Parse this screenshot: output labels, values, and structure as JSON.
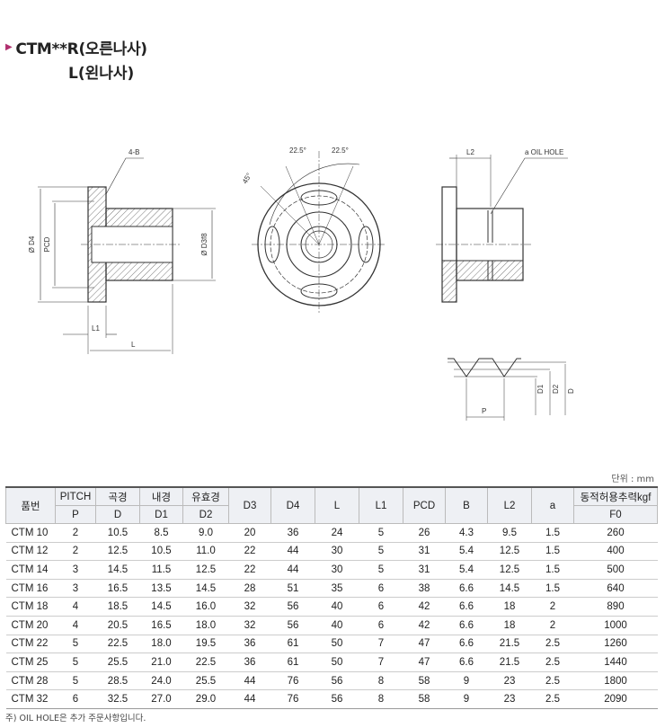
{
  "title": {
    "line1": "CTM**R(오른나사)",
    "line2": "L(왼나사)"
  },
  "drawing_labels": {
    "b_hole": "4-B",
    "d4": "Ø D4",
    "pcd": "PCD",
    "d3": "Ø D3f8",
    "l1": "L1",
    "l": "L",
    "angle1": "22.5°",
    "angle2": "22.5°",
    "angle3": "45°",
    "l2": "L2",
    "oil_hole": "a OIL HOLE",
    "thread_p": "P",
    "thread_d1": "D1",
    "thread_d2": "D2",
    "thread_d": "D"
  },
  "unit_label": "단위 : mm",
  "table": {
    "headers_top": [
      "품번",
      "PITCH",
      "곡경",
      "내경",
      "유효경",
      "D3",
      "D4",
      "L",
      "L1",
      "PCD",
      "B",
      "L2",
      "a",
      "동적허용추력kgf"
    ],
    "headers_sub": [
      "P",
      "D",
      "D1",
      "D2",
      "F0"
    ],
    "rows": [
      [
        "CTM 10",
        "2",
        "10.5",
        "8.5",
        "9.0",
        "20",
        "36",
        "24",
        "5",
        "26",
        "4.3",
        "9.5",
        "1.5",
        "260"
      ],
      [
        "CTM 12",
        "2",
        "12.5",
        "10.5",
        "11.0",
        "22",
        "44",
        "30",
        "5",
        "31",
        "5.4",
        "12.5",
        "1.5",
        "400"
      ],
      [
        "CTM 14",
        "3",
        "14.5",
        "11.5",
        "12.5",
        "22",
        "44",
        "30",
        "5",
        "31",
        "5.4",
        "12.5",
        "1.5",
        "500"
      ],
      [
        "CTM 16",
        "3",
        "16.5",
        "13.5",
        "14.5",
        "28",
        "51",
        "35",
        "6",
        "38",
        "6.6",
        "14.5",
        "1.5",
        "640"
      ],
      [
        "CTM 18",
        "4",
        "18.5",
        "14.5",
        "16.0",
        "32",
        "56",
        "40",
        "6",
        "42",
        "6.6",
        "18",
        "2",
        "890"
      ],
      [
        "CTM 20",
        "4",
        "20.5",
        "16.5",
        "18.0",
        "32",
        "56",
        "40",
        "6",
        "42",
        "6.6",
        "18",
        "2",
        "1000"
      ],
      [
        "CTM 22",
        "5",
        "22.5",
        "18.0",
        "19.5",
        "36",
        "61",
        "50",
        "7",
        "47",
        "6.6",
        "21.5",
        "2.5",
        "1260"
      ],
      [
        "CTM 25",
        "5",
        "25.5",
        "21.0",
        "22.5",
        "36",
        "61",
        "50",
        "7",
        "47",
        "6.6",
        "21.5",
        "2.5",
        "1440"
      ],
      [
        "CTM 28",
        "5",
        "28.5",
        "24.0",
        "25.5",
        "44",
        "76",
        "56",
        "8",
        "58",
        "9",
        "23",
        "2.5",
        "1800"
      ],
      [
        "CTM 32",
        "6",
        "32.5",
        "27.0",
        "29.0",
        "44",
        "76",
        "56",
        "8",
        "58",
        "9",
        "23",
        "2.5",
        "2090"
      ]
    ]
  },
  "note": "주) OIL HOLE은 추가 주문사항입니다."
}
